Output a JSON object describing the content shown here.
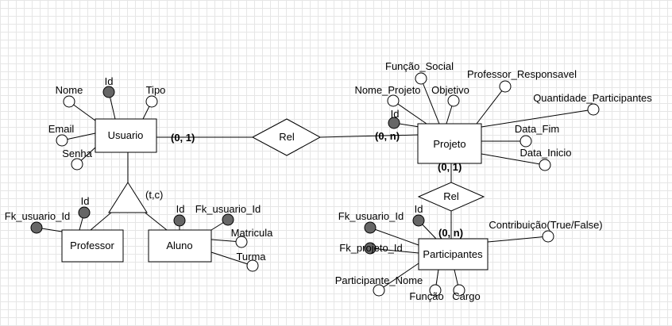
{
  "entities": {
    "usuario": "Usuario",
    "projeto": "Projeto",
    "professor": "Professor",
    "aluno": "Aluno",
    "participantes": "Participantes"
  },
  "relationships": {
    "rel_usuario_projeto": "Rel",
    "rel_projeto_participantes": "Rel"
  },
  "cardinalities": {
    "usuario_side": "(0, 1)",
    "projeto_side_left": "(0, n)",
    "projeto_side_bottom": "(0, 1)",
    "participantes_side": "(0, n)"
  },
  "specialization": {
    "label": "(t,c)"
  },
  "attributes": {
    "usuario": {
      "id": "Id",
      "nome": "Nome",
      "tipo": "Tipo",
      "email": "Email",
      "senha": "Senha"
    },
    "projeto": {
      "funcao_social": "Função_Social",
      "nome_projeto": "Nome_Projeto",
      "objetivo": "Objetivo",
      "professor_responsavel": "Professor_Responsavel",
      "quantidade_participantes": "Quantidade_Participantes",
      "id": "Id",
      "data_fim": "Data_Fim",
      "data_inicio": "Data_Inicio"
    },
    "professor": {
      "id": "Id",
      "fk_usuario_id": "Fk_usuario_Id"
    },
    "aluno": {
      "id": "Id",
      "fk_usuario_id": "Fk_usuario_Id",
      "matricula": "Matricula",
      "turma": "Turma"
    },
    "participantes": {
      "fk_usuario_id": "Fk_usuario_Id",
      "id": "Id",
      "fk_projeto_id": "Fk_projeto_Id",
      "contribuicao": "Contribuição(True/False)",
      "participante_nome": "Participante_Nome",
      "funcao": "Função",
      "cargo": "Cargo"
    }
  },
  "colors": {
    "key_fill": "#666666",
    "attr_fill": "#ffffff",
    "stroke": "#000000",
    "grid": "#e6e6e6"
  }
}
